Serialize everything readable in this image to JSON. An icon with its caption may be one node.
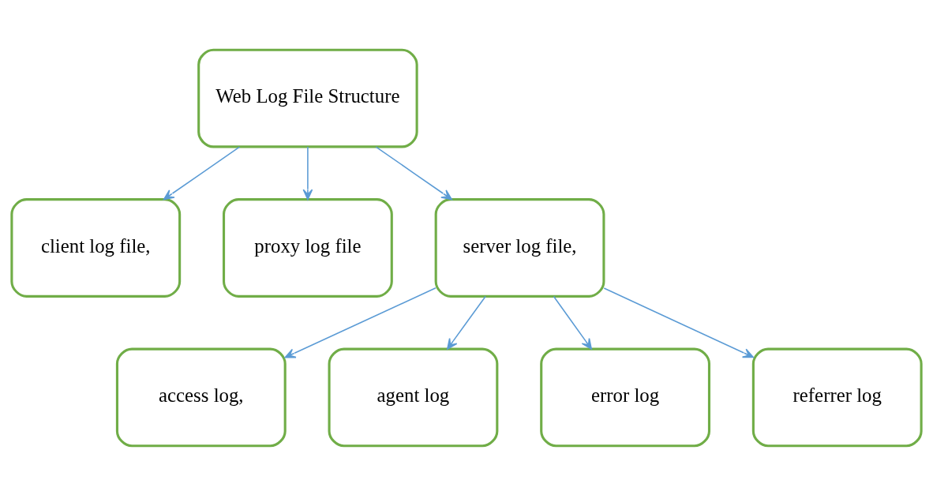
{
  "diagram": {
    "nodes": [
      {
        "text": [
          "Web Log File Structure"
        ]
      },
      {
        "text": [
          "client log file,"
        ]
      },
      {
        "text": [
          "proxy log file"
        ]
      },
      {
        "text": [
          "server log file,"
        ]
      },
      {
        "text": [
          "access log,"
        ]
      },
      {
        "text": [
          "agent log"
        ]
      },
      {
        "text": [
          "error log"
        ]
      },
      {
        "text": [
          "referrer log"
        ]
      }
    ],
    "edges": [
      {
        "from": 0,
        "to": 1,
        "arrow": "to"
      },
      {
        "from": 0,
        "to": 2,
        "arrow": "to"
      },
      {
        "from": 0,
        "to": 3,
        "arrow": "to"
      },
      {
        "from": 3,
        "to": 4,
        "arrow": "to"
      },
      {
        "from": 3,
        "to": 5,
        "arrow": "to"
      },
      {
        "from": 3,
        "to": 6,
        "arrow": "to"
      },
      {
        "from": 3,
        "to": 7,
        "arrow": "to"
      }
    ]
  }
}
